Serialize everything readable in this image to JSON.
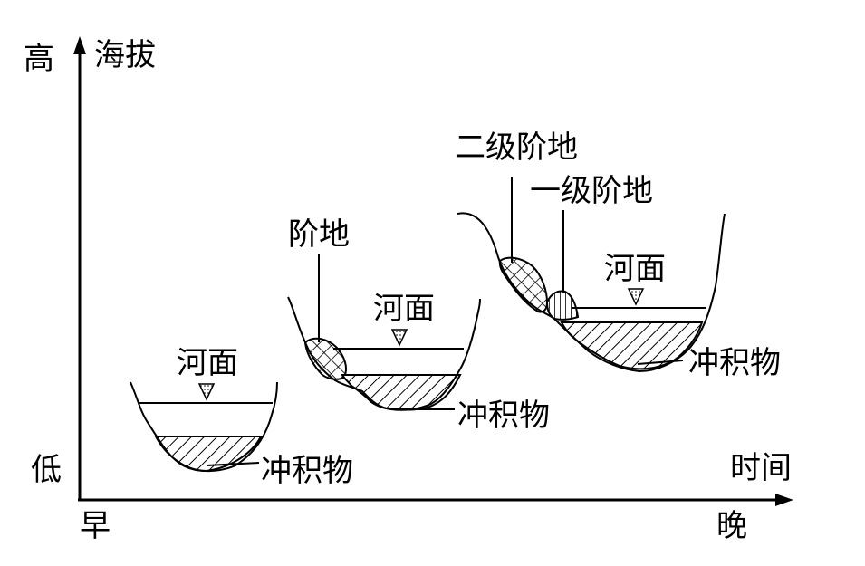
{
  "axes": {
    "y_title": "海拔",
    "y_high": "高",
    "y_low": "低",
    "x_title": "时间",
    "x_early": "早",
    "x_late": "晚"
  },
  "stage1": {
    "water_label": "河面",
    "sediment_label": "冲积物"
  },
  "stage2": {
    "terrace_label": "阶地",
    "water_label": "河面",
    "sediment_label": "冲积物"
  },
  "stage3": {
    "terrace2_label": "二级阶地",
    "terrace1_label": "一级阶地",
    "water_label": "河面",
    "sediment_label": "冲积物"
  }
}
